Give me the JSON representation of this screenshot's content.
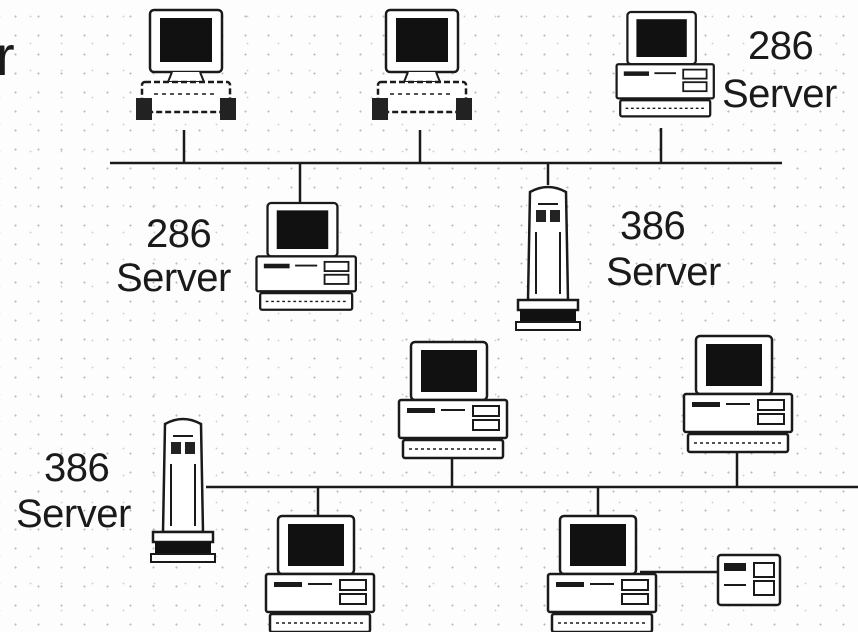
{
  "diagram": {
    "corner_fragment": "r",
    "labels": {
      "top_server": {
        "line1": "286",
        "line2": "Server"
      },
      "mid_left_server": {
        "line1": "286",
        "line2": "Server"
      },
      "mid_right_server": {
        "line1": "386",
        "line2": "Server"
      },
      "bottom_left_server": {
        "line1": "386",
        "line2": "Server"
      }
    }
  },
  "colors": {
    "ink": "#1a1a1a",
    "screen": "#111111",
    "background": "#ffffff"
  }
}
